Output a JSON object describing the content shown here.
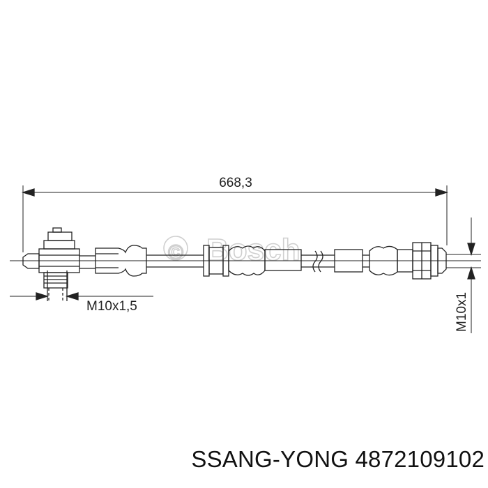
{
  "dimensions": {
    "overall_length": "668,3",
    "left_thread": "M10x1,5",
    "right_thread": "M10x1"
  },
  "watermark": {
    "symbol": "©",
    "brand": "Bosch"
  },
  "caption": {
    "brand": "SSANG-YONG",
    "part_number": "4872109102"
  },
  "colors": {
    "line": "#222222",
    "watermark": "#cfcfcf",
    "text": "#111111"
  }
}
